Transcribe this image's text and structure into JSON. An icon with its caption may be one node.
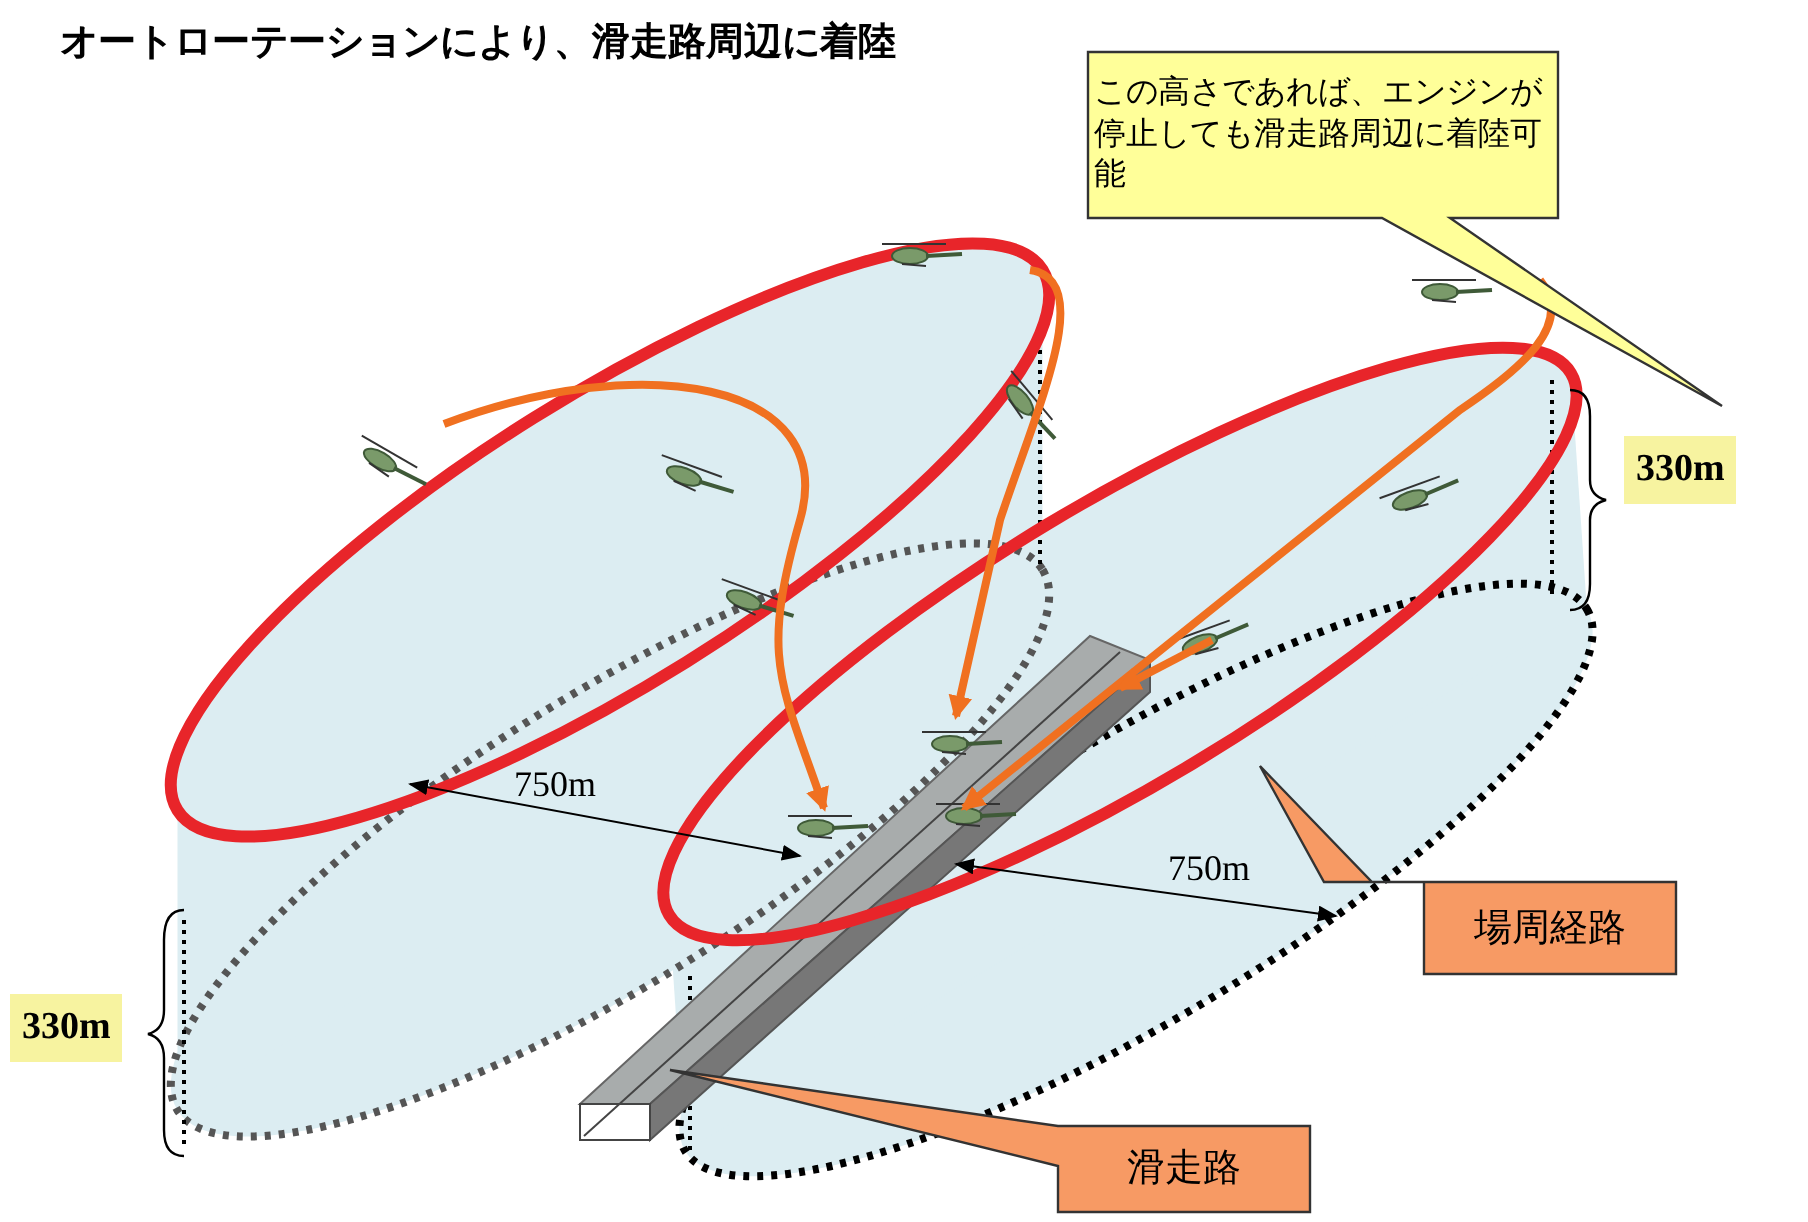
{
  "diagram": {
    "title": "オートローテーションにより、滑走路周辺に着陸",
    "nodes": [
      {
        "text": [
          "この高さであれば、エンジンが停止しても滑走路周辺に着陸可能"
        ]
      },
      {
        "text": [
          "場周経路"
        ]
      },
      {
        "text": [
          "滑走路"
        ]
      }
    ],
    "labels": [
      "330m",
      "750m",
      "750m",
      "330m"
    ]
  }
}
